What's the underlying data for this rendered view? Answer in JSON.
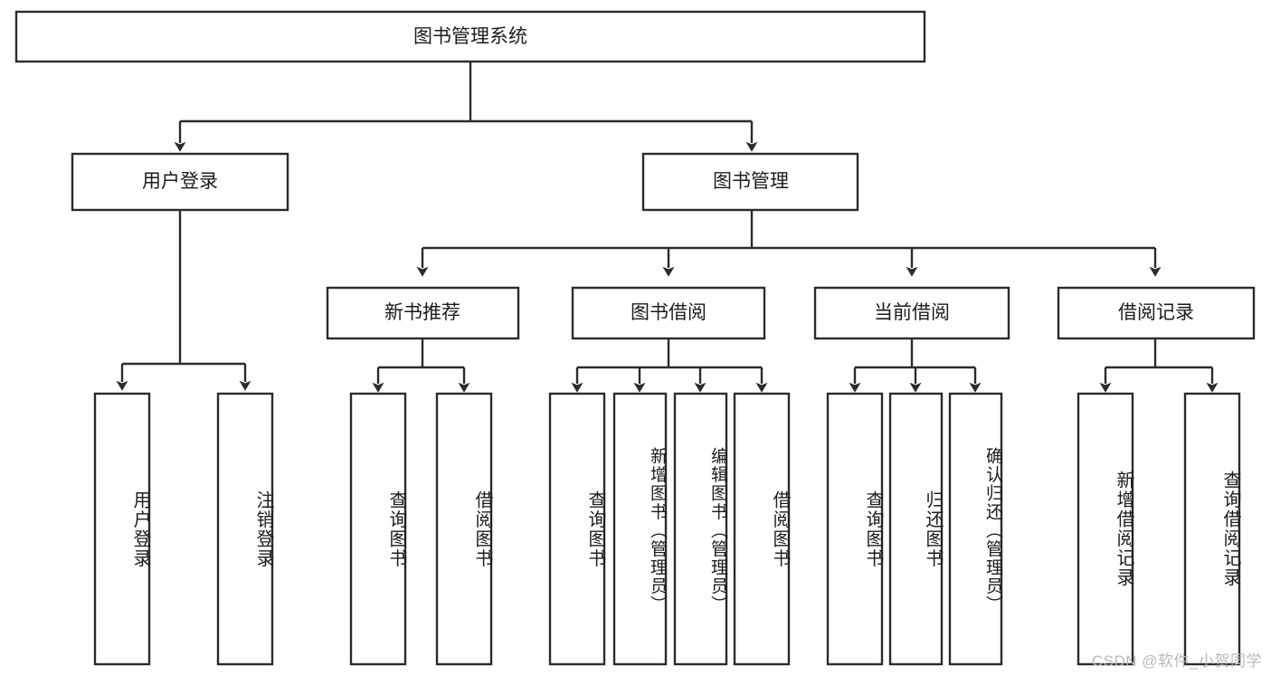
{
  "diagram": {
    "title": "图书管理系统",
    "type": "tree-hierarchy",
    "orientation": "top-down",
    "accent_color": "#2b2b2b",
    "background_color": "#ffffff",
    "root": {
      "id": "root",
      "label": "图书管理系统",
      "level": 1
    },
    "level2": [
      {
        "id": "user-login",
        "label": "用户登录",
        "level": 2
      },
      {
        "id": "book-manage",
        "label": "图书管理",
        "level": 2
      }
    ],
    "level3": [
      {
        "id": "new-book-rec",
        "label": "新书推荐",
        "parent": "book-manage",
        "level": 3
      },
      {
        "id": "book-borrow",
        "label": "图书借阅",
        "parent": "book-manage",
        "level": 3
      },
      {
        "id": "current-borrow",
        "label": "当前借阅",
        "parent": "book-manage",
        "level": 3
      },
      {
        "id": "borrow-record",
        "label": "借阅记录",
        "parent": "book-manage",
        "level": 3
      }
    ],
    "leaves": [
      {
        "id": "leaf-user-login",
        "label": "用户登录",
        "parent": "user-login",
        "level": 3
      },
      {
        "id": "leaf-logout",
        "label": "注销登录",
        "parent": "user-login",
        "level": 3
      },
      {
        "id": "leaf-query-book-1",
        "label": "查询图书",
        "parent": "new-book-rec",
        "level": 4
      },
      {
        "id": "leaf-borrow-book-1",
        "label": "借阅图书",
        "parent": "new-book-rec",
        "level": 4
      },
      {
        "id": "leaf-query-book-2",
        "label": "查询图书",
        "parent": "book-borrow",
        "level": 4
      },
      {
        "id": "leaf-add-book",
        "label": "新增图书（管理员）",
        "parent": "book-borrow",
        "level": 4
      },
      {
        "id": "leaf-edit-book",
        "label": "编辑图书（管理员）",
        "parent": "book-borrow",
        "level": 4
      },
      {
        "id": "leaf-borrow-book-2",
        "label": "借阅图书",
        "parent": "book-borrow",
        "level": 4
      },
      {
        "id": "leaf-query-book-3",
        "label": "查询图书",
        "parent": "current-borrow",
        "level": 4
      },
      {
        "id": "leaf-return-book",
        "label": "归还图书",
        "parent": "current-borrow",
        "level": 4
      },
      {
        "id": "leaf-confirm-return",
        "label": "确认归还（管理员）",
        "parent": "current-borrow",
        "level": 4
      },
      {
        "id": "leaf-add-record",
        "label": "新增借阅记录",
        "parent": "borrow-record",
        "level": 4
      },
      {
        "id": "leaf-query-record",
        "label": "查询借阅记录",
        "parent": "borrow-record",
        "level": 4
      }
    ]
  },
  "watermark": {
    "text": "CSDN @软件_小贺同学"
  }
}
